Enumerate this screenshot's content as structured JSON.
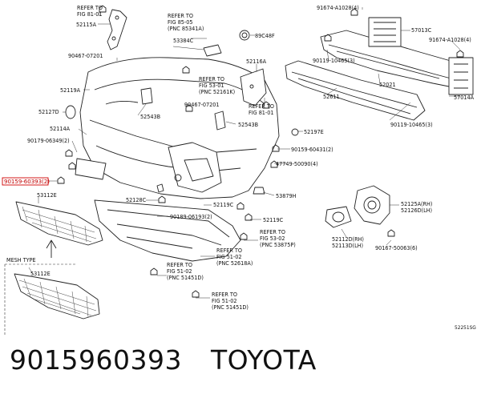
{
  "highlight_part": "90159-60393(2)",
  "caption": {
    "part_number": "9015960393",
    "brand": "TOYOTA"
  },
  "diagram_code": "52251SG",
  "labels": {
    "refer_81_01_top": [
      "REFER TO",
      "FIG 81-01"
    ],
    "p52115A": "52115A",
    "refer_85_05": [
      "REFER TO",
      "FIG 85-05",
      "(PNC 85341A)"
    ],
    "p53384C": "53384C",
    "p89C48F": "89C48F",
    "p91674_top": "91674-A1028(4)",
    "p57013C": "57013C",
    "p91674_right": "91674-A1028(4)",
    "p90467_07201_a": "90467-07201",
    "refer_53_01": [
      "REFER TO",
      "FIG 53-01",
      "(PNC 52161K)"
    ],
    "p52116A": "52116A",
    "p90119_10465_a": "90119-10465(3)",
    "p52021": "52021",
    "p57014A": "57014A",
    "p52119A": "52119A",
    "p90467_07201_b": "90467-07201",
    "refer_81_01_mid": [
      "REFER TO",
      "FIG 81-01"
    ],
    "p52611": "52611",
    "p52127D": "52127D",
    "p52543B_a": "52543B",
    "p52543B_b": "52543B",
    "p90119_10465_b": "90119-10465(3)",
    "p52114A": "52114A",
    "p52197E": "52197E",
    "p90179_06349": "90179-06349(2)",
    "p90159_60431": "90159-60431(2)",
    "p47749_50090": "47749-50090(4)",
    "p53879H": "53879H",
    "p53112E_top": "53112E",
    "p52128C": "52128C",
    "p52119C_a": "52119C",
    "p52125A": [
      "52125A(RH)",
      "52126D(LH)"
    ],
    "p90189_06193": "90189-06193(2)",
    "p52119C_b": "52119C",
    "refer_53_02": [
      "REFER TO",
      "FIG 53-02",
      "(PNC 53875P)"
    ],
    "p52112D": [
      "52112D(RH)",
      "52113D(LH)"
    ],
    "p90167_50063": "90167-50063(6)",
    "refer_51_02_a": [
      "REFER TO",
      "FIG 51-02",
      "(PNC 52618A)"
    ],
    "refer_51_02_b": [
      "REFER TO",
      "FIG 51-02",
      "(PNC 51451D)"
    ],
    "refer_51_02_c": [
      "REFER TO",
      "FIG 51-02",
      "(PNC 51451D)"
    ],
    "mesh_type": "MESH TYPE",
    "p53112E_bottom": "53112E"
  }
}
